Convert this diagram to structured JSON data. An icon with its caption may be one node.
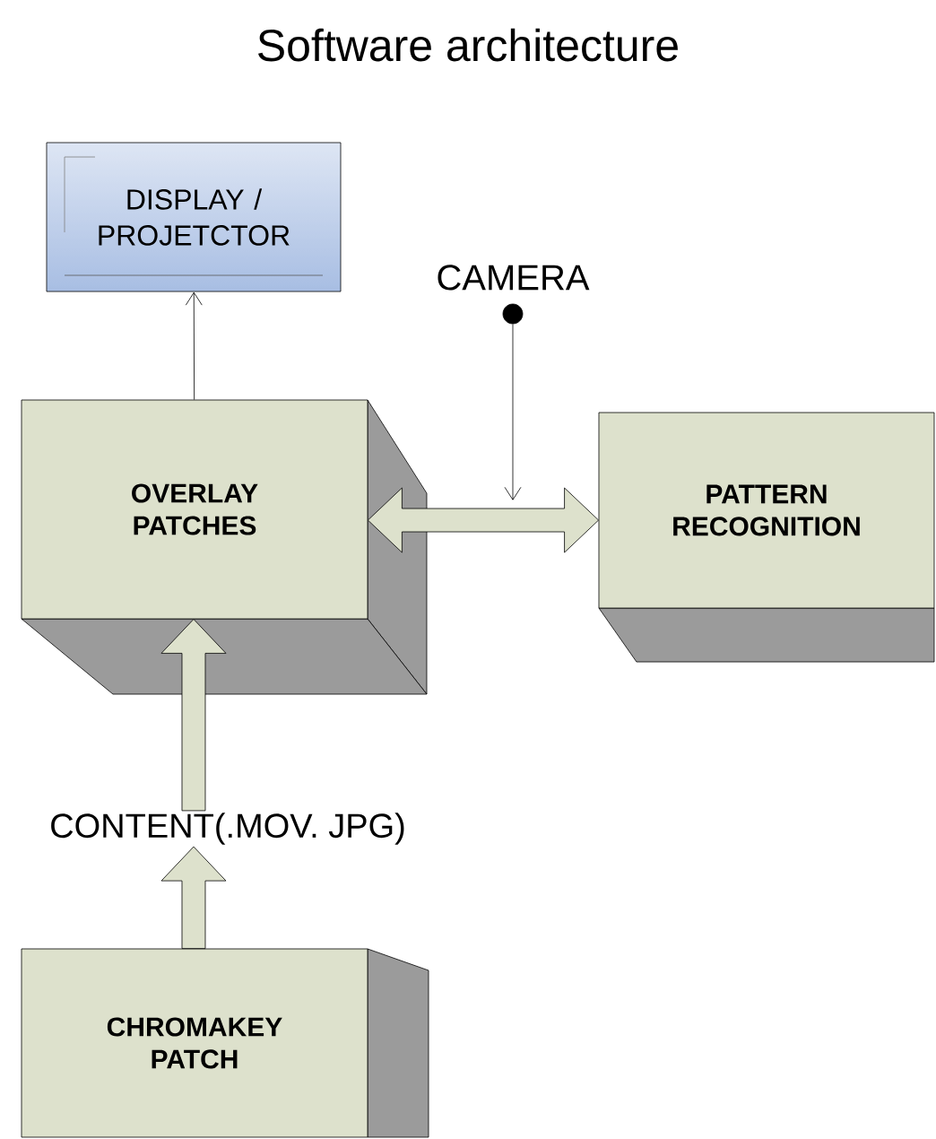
{
  "diagram": {
    "title": "Software architecture",
    "nodes": [
      {
        "text": [
          "DISPLAY / PROJETCTOR"
        ]
      },
      {
        "text": [
          "CAMERA"
        ]
      },
      {
        "text": [
          "OVERLAY PATCHES"
        ]
      },
      {
        "text": [
          "PATTERN RECOGNITION"
        ]
      },
      {
        "text": [
          "CONTENT(.MOV. JPG)"
        ]
      },
      {
        "text": [
          "CHROMAKEY PATCH"
        ]
      }
    ],
    "edges": [
      {
        "from": 2,
        "to": 0,
        "arrow": "to"
      },
      {
        "from": 1,
        "to": null,
        "arrow": "to"
      },
      {
        "from": 2,
        "to": 3,
        "arrow": "both",
        "style": "thick"
      },
      {
        "from": 4,
        "to": 2,
        "arrow": "to",
        "style": "thick"
      },
      {
        "from": 5,
        "to": 4,
        "arrow": "to",
        "style": "thick"
      }
    ]
  }
}
